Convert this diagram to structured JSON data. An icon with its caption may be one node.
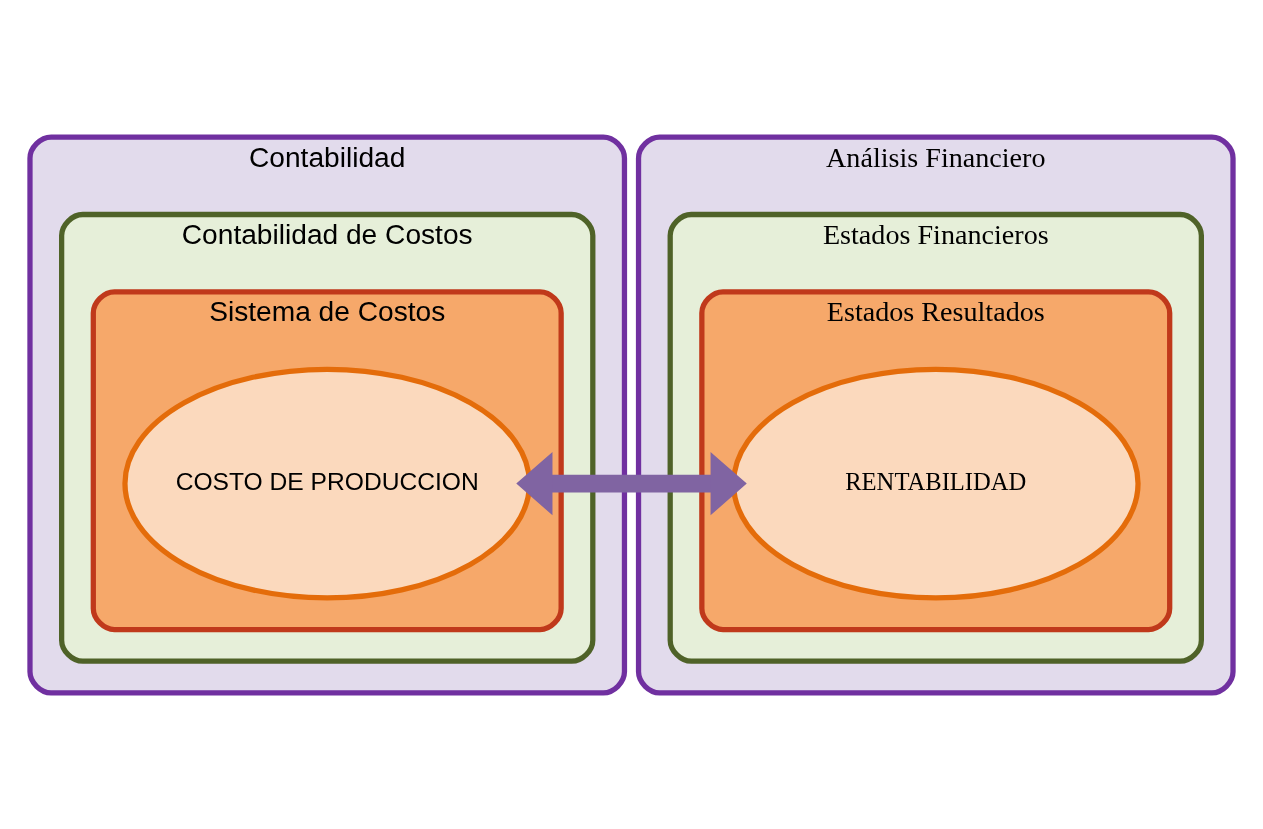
{
  "diagram": {
    "nodes": [
      {
        "text": [
          "Contabilidad"
        ]
      },
      {
        "text": [
          "Contabilidad de Costos"
        ],
        "in": 0
      },
      {
        "text": [
          "Sistema de Costos"
        ],
        "in": 1
      },
      {
        "text": [
          "COSTO DE PRODUCCION"
        ],
        "in": 2
      },
      {
        "text": [
          "Análisis Financiero"
        ]
      },
      {
        "text": [
          "Estados Financieros"
        ],
        "in": 4
      },
      {
        "text": [
          "Estados Resultados"
        ],
        "in": 5
      },
      {
        "text": [
          "RENTABILIDAD"
        ],
        "in": 6
      }
    ],
    "edges": [
      {
        "from": 3,
        "to": 7,
        "arrow": "both",
        "color": "#8064a2"
      }
    ]
  }
}
